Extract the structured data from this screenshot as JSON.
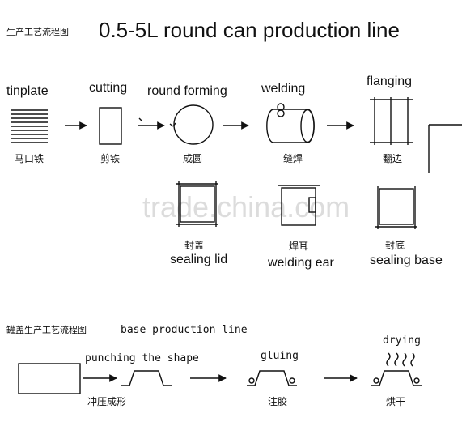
{
  "header": {
    "cn_label": "生产工艺流程图",
    "title": "0.5-5L round can production line"
  },
  "body_line": {
    "steps": [
      {
        "en": "tinplate",
        "cn": "马口铁"
      },
      {
        "en": "cutting",
        "cn": "剪铁"
      },
      {
        "en": "round forming",
        "cn": "成圆"
      },
      {
        "en": "welding",
        "cn": "缝焊"
      },
      {
        "en": "flanging",
        "cn": "翻边"
      }
    ],
    "sub_steps": [
      {
        "en": "sealing lid",
        "cn": "封盖"
      },
      {
        "en": "welding ear",
        "cn": "焊耳"
      },
      {
        "en": "sealing base",
        "cn": "封底"
      }
    ]
  },
  "lid_line": {
    "title_cn": "罐盖生产工艺流程图",
    "title_en": "base production line",
    "steps": [
      {
        "en": "punching the shape",
        "cn": "冲压成形"
      },
      {
        "en": "gluing",
        "cn": "注胶"
      },
      {
        "en": "drying",
        "cn": "烘干"
      }
    ]
  },
  "watermark": "trade.china.com",
  "colors": {
    "ink": "#111111",
    "watermark": "#dcdcdc",
    "background": "#ffffff"
  }
}
